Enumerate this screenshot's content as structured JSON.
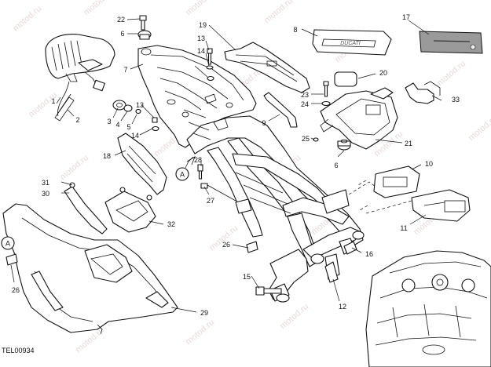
{
  "figure": {
    "drawing_code": "TEL00934",
    "watermark": "motod.ru",
    "logo_label": "DUCATI",
    "section_marker": "A"
  },
  "callouts": [
    "1",
    "2",
    "3",
    "4",
    "5",
    "6",
    "6",
    "7",
    "8",
    "9",
    "10",
    "11",
    "12",
    "13",
    "13",
    "14",
    "14",
    "15",
    "16",
    "17",
    "18",
    "19",
    "20",
    "21",
    "22",
    "23",
    "24",
    "25",
    "26",
    "26",
    "27",
    "28",
    "29",
    "30",
    "31",
    "32",
    "33"
  ]
}
